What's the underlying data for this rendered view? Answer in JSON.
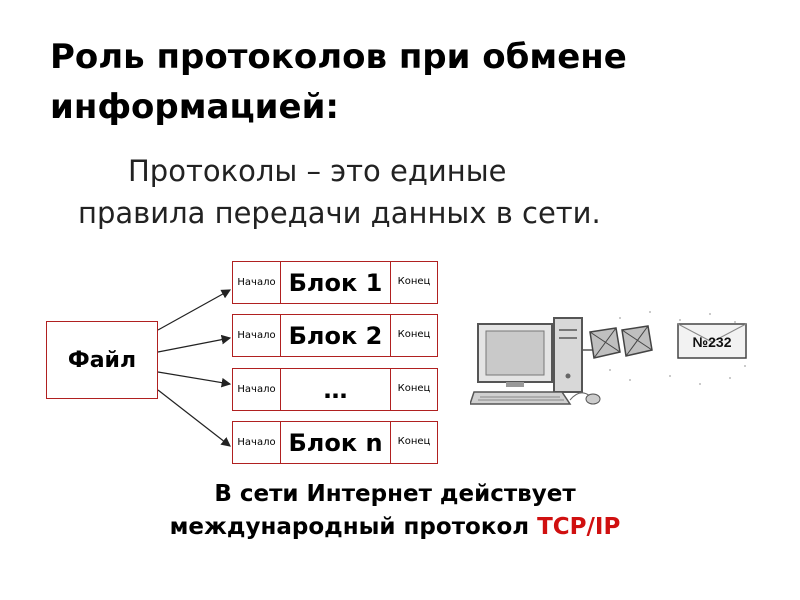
{
  "title": {
    "line1": "Роль протоколов при обмене",
    "line2": "информацией:"
  },
  "definition": {
    "line1": "Протоколы – это единые",
    "line2": "правила передачи данных в сети."
  },
  "diagram": {
    "file_label": "Файл",
    "blocks": [
      {
        "start": "Начало",
        "body": "Блок 1",
        "end": "Конец"
      },
      {
        "start": "Начало",
        "body": "Блок 2",
        "end": "Конец"
      },
      {
        "start": "Начало",
        "body": "…",
        "end": "Конец"
      },
      {
        "start": "Начало",
        "body": "Блок n",
        "end": "Конец"
      }
    ],
    "packet_label": "№232"
  },
  "footer": {
    "line1": "В сети Интернет действует",
    "line2_prefix": "международный протокол ",
    "line2_highlight": "TCP/IP"
  },
  "colors": {
    "border": "#b02020",
    "highlight": "#d01010"
  }
}
